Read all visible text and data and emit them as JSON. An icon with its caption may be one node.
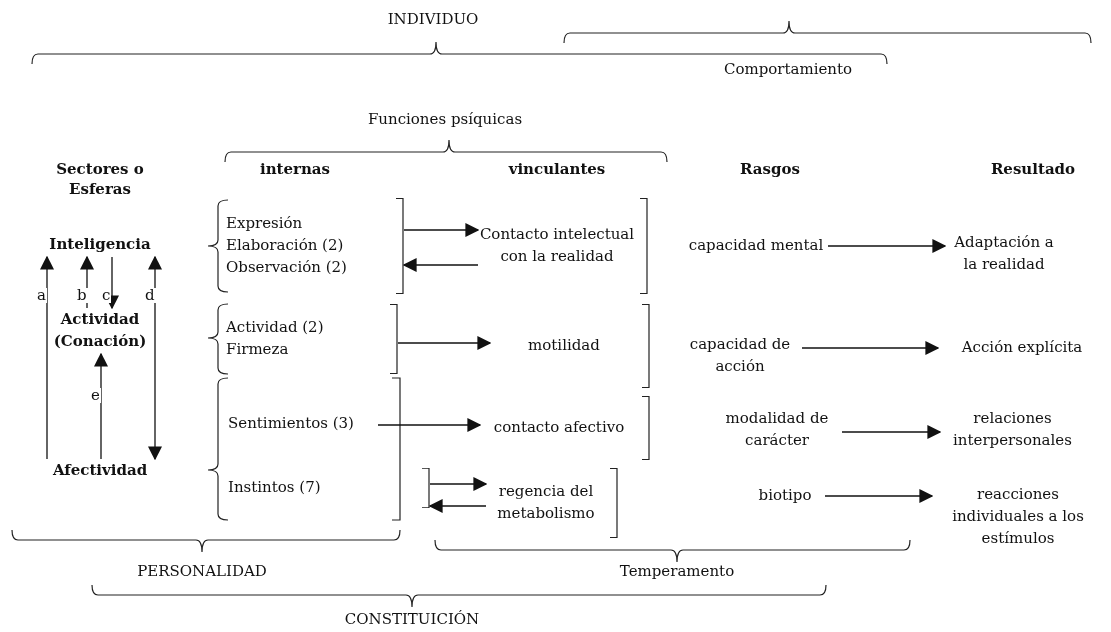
{
  "diagram": {
    "nodes": [
      {
        "text": [
          "Inteligencia"
        ]
      },
      {
        "text": [
          "Actividad (Conación)"
        ]
      },
      {
        "text": [
          "Afectividad"
        ]
      },
      {
        "text": [
          "Expresión",
          "Elaboración (2)",
          "Observación (2)"
        ]
      },
      {
        "text": [
          "Contacto intelectual con la realidad"
        ]
      },
      {
        "text": [
          "Actividad (2)",
          "Firmeza"
        ]
      },
      {
        "text": [
          "motilidad"
        ]
      },
      {
        "text": [
          "Sentimientos (3)"
        ]
      },
      {
        "text": [
          "contacto afectivo"
        ]
      },
      {
        "text": [
          "Instintos (7)"
        ]
      },
      {
        "text": [
          "regencia del metabolismo"
        ]
      },
      {
        "text": [
          "capacidad mental"
        ]
      },
      {
        "text": [
          "Adaptación a la realidad"
        ]
      },
      {
        "text": [
          "capacidad de acción"
        ]
      },
      {
        "text": [
          "Acción explícita"
        ]
      },
      {
        "text": [
          "modalidad de carácter"
        ]
      },
      {
        "text": [
          "relaciones interpersonales"
        ]
      },
      {
        "text": [
          "biotipo"
        ]
      },
      {
        "text": [
          "reacciones individuales a los estímulos"
        ]
      }
    ],
    "edges": [
      {
        "from": 2,
        "to": 0,
        "arrow": "to",
        "label": "a"
      },
      {
        "from": 1,
        "to": 0,
        "arrow": "to",
        "label": "b"
      },
      {
        "from": 0,
        "to": 1,
        "arrow": "to",
        "label": "c"
      },
      {
        "from": 0,
        "to": 2,
        "arrow": "both",
        "label": "d"
      },
      {
        "from": 2,
        "to": 1,
        "arrow": "to",
        "label": "e"
      },
      {
        "from": 3,
        "to": 4,
        "arrow": "to"
      },
      {
        "from": 4,
        "to": 3,
        "arrow": "to"
      },
      {
        "from": 5,
        "to": 6,
        "arrow": "to"
      },
      {
        "from": 7,
        "to": 8,
        "arrow": "to"
      },
      {
        "from": 9,
        "to": 10,
        "arrow": "to"
      },
      {
        "from": 10,
        "to": 9,
        "arrow": "to"
      },
      {
        "from": 11,
        "to": 12,
        "arrow": "to"
      },
      {
        "from": 13,
        "to": 14,
        "arrow": "to"
      },
      {
        "from": 15,
        "to": 16,
        "arrow": "to"
      },
      {
        "from": 17,
        "to": 18,
        "arrow": "to"
      }
    ],
    "labels": [
      "INDIVIDUO",
      "Comportamiento",
      "Funciones psíquicas",
      "Sectores o Esferas",
      "internas",
      "vinculantes",
      "Rasgos",
      "Resultado",
      "PERSONALIDAD",
      "Temperamento",
      "CONSTITUICIÓN"
    ]
  }
}
